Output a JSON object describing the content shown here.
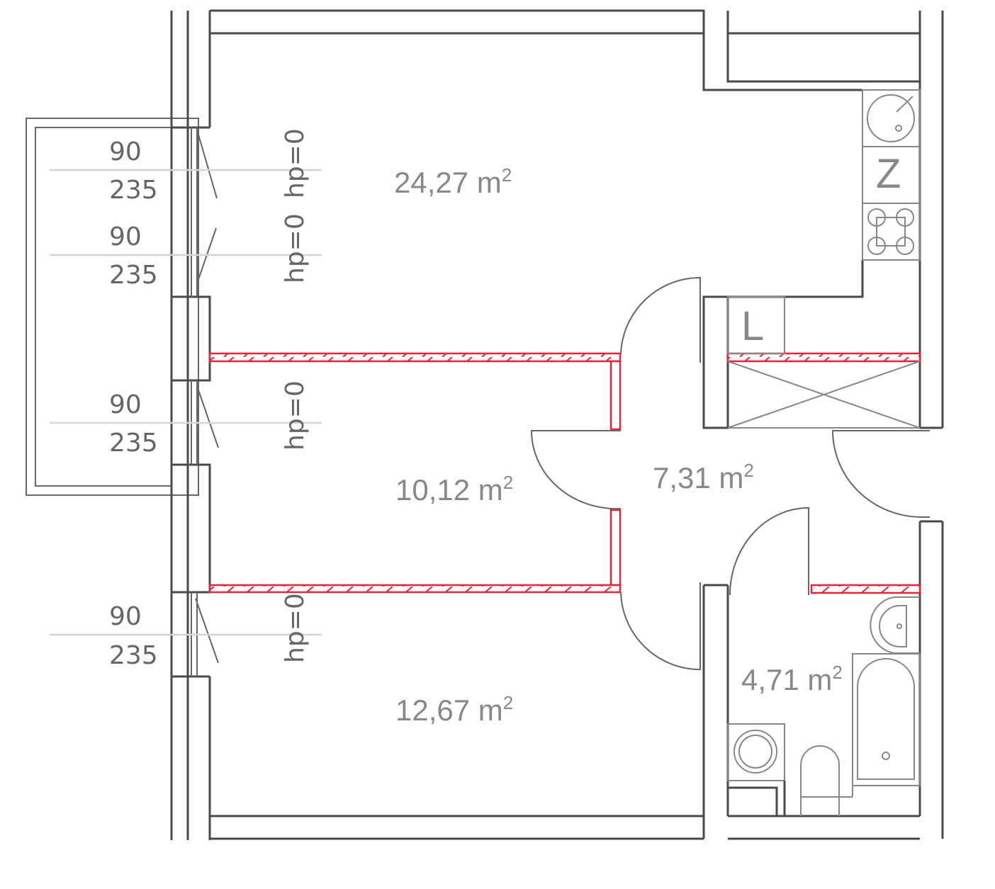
{
  "rooms": [
    {
      "area": "24,27 m",
      "unit_sup": "2"
    },
    {
      "area": "10,12 m",
      "unit_sup": "2"
    },
    {
      "area": "12,67 m",
      "unit_sup": "2"
    },
    {
      "area": "7,31 m",
      "unit_sup": "2"
    },
    {
      "area": "4,71 m",
      "unit_sup": "2"
    }
  ],
  "windows": [
    {
      "width": "90",
      "height": "235",
      "sill": "hp=0"
    },
    {
      "width": "90",
      "height": "235",
      "sill": "hp=0"
    },
    {
      "width": "90",
      "height": "235",
      "sill": "hp=0"
    },
    {
      "width": "90",
      "height": "235",
      "sill": "hp=0"
    }
  ],
  "kitchen": {
    "fridge_label": "Z",
    "cabinet_label": "L"
  },
  "colors": {
    "wall": "#4a4a4a",
    "removable_wall": "#e8243c",
    "fixture": "#8a8784"
  }
}
